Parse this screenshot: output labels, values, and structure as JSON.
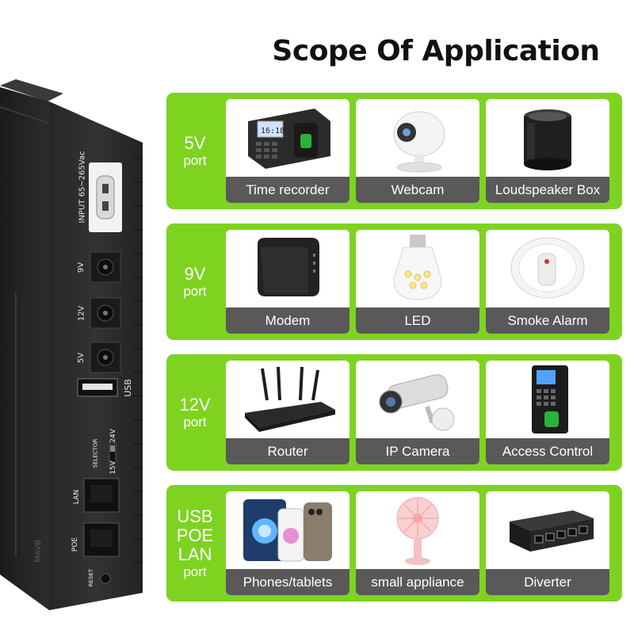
{
  "title": "Scope Of Application",
  "device": {
    "input_label": "INPUT 65~265Vac",
    "port_9v": "9V",
    "port_12v": "12V",
    "port_5v": "5V",
    "usb": "USB",
    "selector": "SELECTOR",
    "selector_15v": "15V",
    "selector_24v": "24V",
    "lan": "LAN",
    "poe": "POE",
    "reset": "RESET",
    "brand": "MAVB"
  },
  "groups": [
    {
      "port_lines": [
        "5V"
      ],
      "port_word": "port",
      "items": [
        {
          "label": "Time recorder",
          "icon": "time-recorder-icon"
        },
        {
          "label": "Webcam",
          "icon": "webcam-icon"
        },
        {
          "label": "Loudspeaker Box",
          "icon": "speaker-icon"
        }
      ]
    },
    {
      "port_lines": [
        "9V"
      ],
      "port_word": "port",
      "items": [
        {
          "label": "Modem",
          "icon": "modem-icon"
        },
        {
          "label": "LED",
          "icon": "led-bulb-icon"
        },
        {
          "label": "Smoke Alarm",
          "icon": "smoke-alarm-icon"
        }
      ]
    },
    {
      "port_lines": [
        "12V"
      ],
      "port_word": "port",
      "items": [
        {
          "label": "Router",
          "icon": "router-icon"
        },
        {
          "label": "IP Camera",
          "icon": "ip-camera-icon"
        },
        {
          "label": "Access Control",
          "icon": "access-control-icon"
        }
      ]
    },
    {
      "port_lines": [
        "USB",
        "POE",
        "LAN"
      ],
      "port_word": "port",
      "items": [
        {
          "label": "Phones/tablets",
          "icon": "phones-tablets-icon"
        },
        {
          "label": "small appliance",
          "icon": "mini-fan-icon"
        },
        {
          "label": "Diverter",
          "icon": "network-switch-icon"
        }
      ]
    }
  ],
  "colors": {
    "band_green": "#7ed321",
    "caption_bg": "#595959",
    "device_body": "#2a2a2a"
  }
}
